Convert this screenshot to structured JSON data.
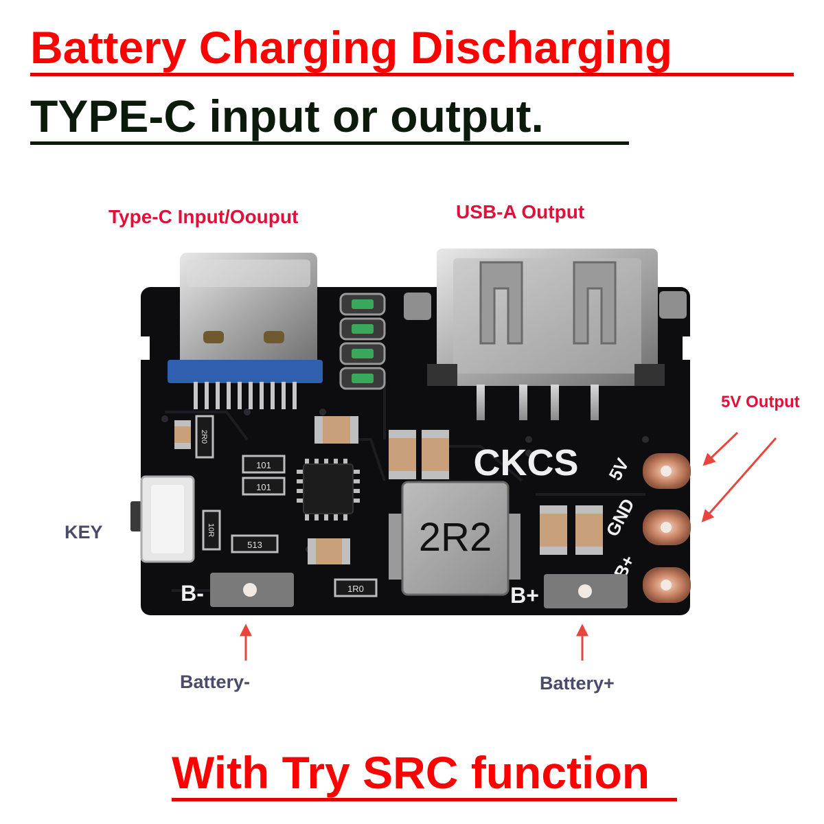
{
  "headlines": {
    "line1": "Battery Charging Discharging",
    "line2": "TYPE-C input or output.",
    "line3": "With Try SRC function"
  },
  "labels": {
    "typec_port": "Type-C Input/Oouput",
    "usba_port": "USB-A Output",
    "five_v_output": "5V Output",
    "key": "KEY",
    "battery_minus": "Battery-",
    "battery_plus": "Battery+"
  },
  "board": {
    "brand": "CKCS",
    "inductor_marking": "2R2",
    "silk_5v": "5V",
    "silk_gnd": "GND",
    "silk_bplus_side": "B+",
    "silk_bminus": "B-",
    "silk_bplus": "B+",
    "res_101_a": "101",
    "res_101_b": "101",
    "res_513": "513",
    "res_1r0": "1R0",
    "res_2r0": "2R0",
    "res_10r": "10R"
  },
  "colors": {
    "red_text": "#ff0000",
    "dark_text": "#0c1a0c",
    "pcb": "#0d0d0f",
    "arrow": "#e8453c"
  }
}
